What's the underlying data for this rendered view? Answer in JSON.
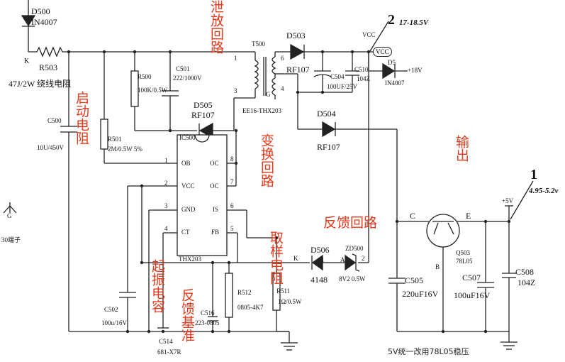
{
  "components": {
    "d500": {
      "ref": "D500",
      "part": "IN4007"
    },
    "k_label": "K",
    "r503": {
      "ref": "R503",
      "desc": "47J/2W 绕线电阻"
    },
    "c500": {
      "ref": "C500",
      "value": "10U/450V"
    },
    "r500": {
      "ref": "R500",
      "value": "100K/0.5W"
    },
    "c501": {
      "ref": "C501",
      "value": "222/1000V"
    },
    "r501": {
      "ref": "R501",
      "value": "2M/0.5W 5%"
    },
    "d505": {
      "ref": "D505",
      "part": "RF107"
    },
    "ic500": {
      "ref": "IC500",
      "part": "THX203"
    },
    "t500": {
      "ref": "T500",
      "core": "EE16-THX203",
      "pin1": "1",
      "pin3": "3",
      "pin6": "6",
      "pin4": "4",
      "pinG": "G"
    },
    "d503": {
      "ref": "D503",
      "part": "RF107"
    },
    "c504": {
      "ref": "C504",
      "value": "100UF/25V"
    },
    "c510": {
      "ref": "C510",
      "value": "104Z"
    },
    "d5": {
      "ref": "D5",
      "part": "IN4007",
      "out": "+18V"
    },
    "d504": {
      "ref": "D504",
      "part": "RF107"
    },
    "c502": {
      "ref": "C502",
      "value": "100u/16V"
    },
    "c514": {
      "ref": "C514",
      "value": "681-X7R"
    },
    "c516": {
      "ref": "C516",
      "value": "223-0805"
    },
    "r512": {
      "ref": "R512",
      "value": "0805-4K7"
    },
    "r511": {
      "ref": "R511",
      "value": "1Ω/0.5W"
    },
    "d506": {
      "ref": "D506",
      "part": "4148"
    },
    "zd500": {
      "ref": "ZD500",
      "part": "8V2 0.5W"
    },
    "c505": {
      "ref": "C505",
      "value": "220uF16V"
    },
    "q503": {
      "ref": "Q503",
      "part": "78L05"
    },
    "c507": {
      "ref": "C507",
      "value": "100uF16V"
    },
    "c508": {
      "ref": "C508",
      "value": "104Z"
    },
    "vcc": "VCC",
    "vcc_flag": "VCC",
    "plus5v": "+5V",
    "ground_symbol": "G",
    "ground_note": "30端子",
    "q_c": "C",
    "q_e": "E",
    "q_b": "B",
    "k2": "K",
    "a2": "A",
    "n2": "2",
    "n1": "1"
  },
  "ic_pins": {
    "left": [
      {
        "num": "1",
        "name": "OB"
      },
      {
        "num": "2",
        "name": "VCC"
      },
      {
        "num": "3",
        "name": "GND"
      },
      {
        "num": "4",
        "name": "CT"
      }
    ],
    "right": [
      {
        "num": "8",
        "name": "OC"
      },
      {
        "num": "7",
        "name": "OC"
      },
      {
        "num": "6",
        "name": "IS"
      },
      {
        "num": "5",
        "name": "FB"
      }
    ]
  },
  "voltages": {
    "v2_num": "2",
    "v2_range": "17-18.5V",
    "v1_num": "1",
    "v1_range": "4.95-5.2v"
  },
  "annotations": {
    "xiefang": "泄放回路",
    "qidong": "启动电阻",
    "bianhuan": "变换回路",
    "shuchu": "输出",
    "fankui": "反馈回路",
    "quyang": "取样电阻",
    "qizhen": "起振电容",
    "fankui_jizhun": "反馈基准"
  },
  "footer": "5V统一改用78L05稳压"
}
